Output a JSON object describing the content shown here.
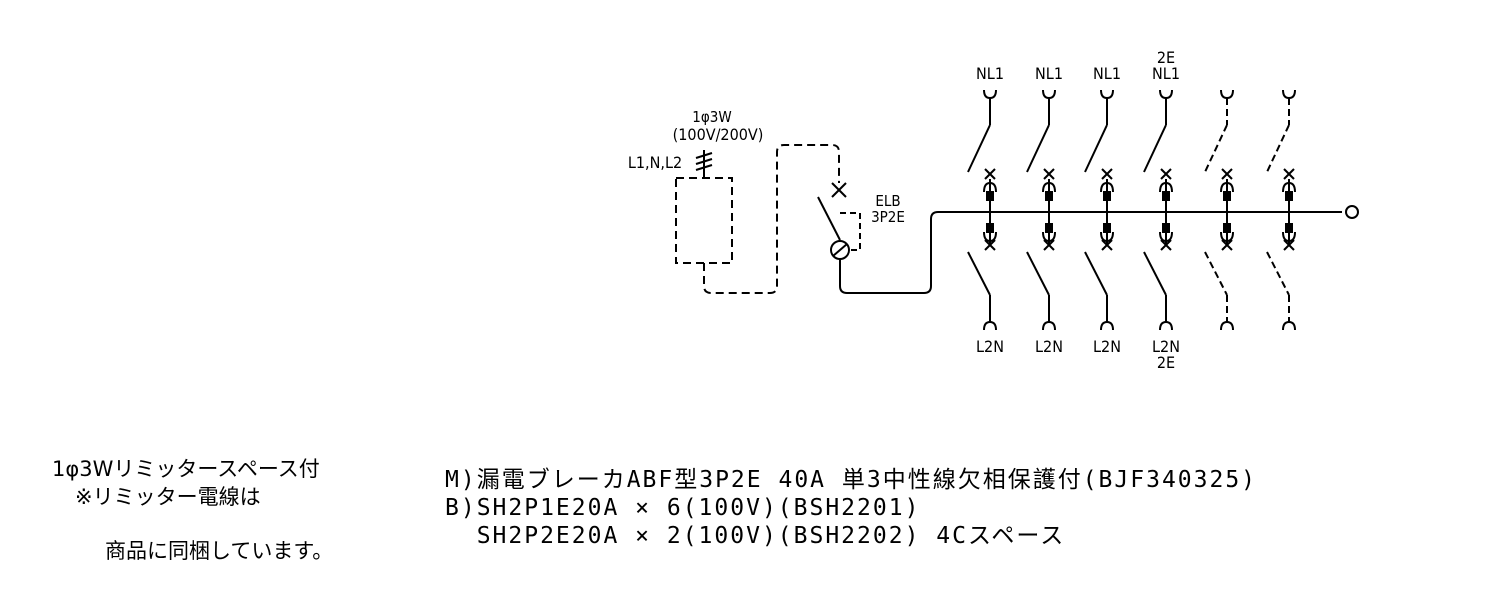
{
  "source": {
    "phase_label": "1φ3W",
    "voltage_label": "(100V/200V)",
    "wires_label": "L1,N,L2"
  },
  "main_breaker": {
    "type_label": "ELB",
    "poles_label": "3P2E"
  },
  "branches": [
    {
      "top": [
        "NL1"
      ],
      "bottom": [
        "L2N"
      ],
      "spare": false
    },
    {
      "top": [
        "NL1"
      ],
      "bottom": [
        "L2N"
      ],
      "spare": false
    },
    {
      "top": [
        "NL1"
      ],
      "bottom": [
        "L2N"
      ],
      "spare": false
    },
    {
      "top": [
        "2E",
        "NL1"
      ],
      "bottom": [
        "L2N",
        "2E"
      ],
      "spare": false
    },
    {
      "top": [],
      "bottom": [],
      "spare": true
    },
    {
      "top": [],
      "bottom": [],
      "spare": true
    }
  ],
  "note": {
    "line1": "1φ3Wリミッタースペース付",
    "line2": "※リミッター電線は",
    "line3": "商品に同梱しています。"
  },
  "spec": {
    "line1": "M)漏電ブレーカABF型3P2E 40A 単3中性線欠相保護付(BJF340325)",
    "line2": "B)SH2P1E20A × 6(100V)(BSH2201)",
    "line3": "  SH2P2E20A × 2(100V)(BSH2202) 4Cスペース"
  }
}
